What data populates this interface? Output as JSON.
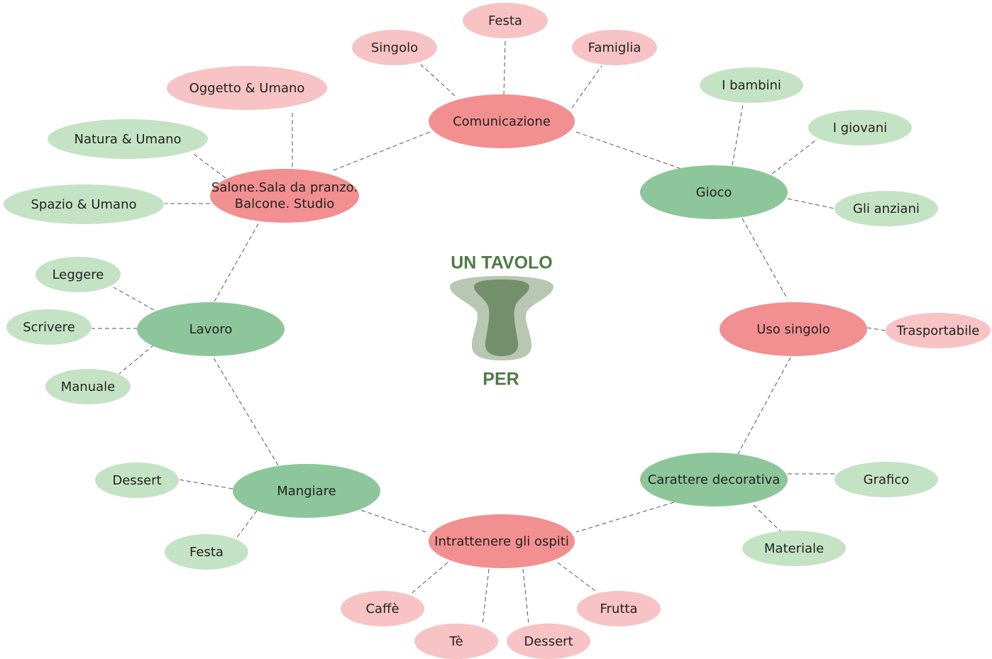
{
  "title": {
    "line1": "UN TAVOLO",
    "line2": "PER"
  },
  "colors": {
    "red_main": "#f28f91",
    "green_main": "#8dc69a",
    "red_sub": "#f7c3c4",
    "green_sub": "#c4e3c4",
    "title": "#4f7a45",
    "icon_outer": "#b7c7b1",
    "icon_inner": "#748f6c",
    "connector": "#555555"
  },
  "center_icon": "table-icon",
  "main_nodes": [
    {
      "id": "comunicazione",
      "label": "Comunicazione",
      "color": "red",
      "children": [
        {
          "label": "Singolo"
        },
        {
          "label": "Festa"
        },
        {
          "label": "Famiglia"
        }
      ]
    },
    {
      "id": "gioco",
      "label": "Gioco",
      "color": "green",
      "children": [
        {
          "label": "I bambini"
        },
        {
          "label": "I giovani"
        },
        {
          "label": "Gli anziani"
        }
      ]
    },
    {
      "id": "uso-singolo",
      "label": "Uso singolo",
      "color": "red",
      "children": [
        {
          "label": "Trasportabile"
        }
      ]
    },
    {
      "id": "carattere-decorativa",
      "label": "Carattere decorativa",
      "color": "green",
      "children": [
        {
          "label": "Grafico"
        },
        {
          "label": "Materiale"
        }
      ]
    },
    {
      "id": "intrattenere",
      "label": "Intrattenere gli ospiti",
      "color": "red",
      "children": [
        {
          "label": "Caffè"
        },
        {
          "label": "Tè"
        },
        {
          "label": "Dessert"
        },
        {
          "label": "Frutta"
        }
      ]
    },
    {
      "id": "mangiare",
      "label": "Mangiare",
      "color": "green",
      "children": [
        {
          "label": "Dessert"
        },
        {
          "label": "Festa"
        }
      ]
    },
    {
      "id": "lavoro",
      "label": "Lavoro",
      "color": "green",
      "children": [
        {
          "label": "Leggere"
        },
        {
          "label": "Scrivere"
        },
        {
          "label": "Manuale"
        }
      ]
    },
    {
      "id": "salone",
      "label": "Salone.Sala da pranzo.\nBalcone. Studio",
      "color": "red",
      "children": [
        {
          "label": "Oggetto & Umano"
        },
        {
          "label": "Natura & Umano"
        },
        {
          "label": "Spazio & Umano"
        }
      ]
    }
  ]
}
